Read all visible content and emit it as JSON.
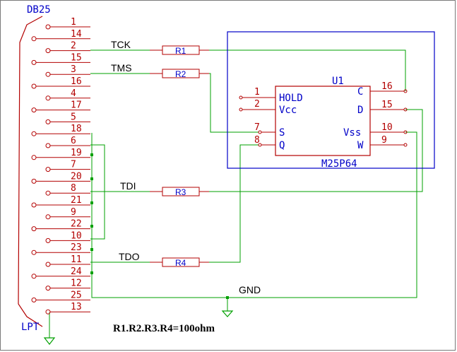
{
  "connector": {
    "name": "DB25",
    "label": "LPT",
    "left_pins": [
      "1",
      "2",
      "3",
      "4",
      "5",
      "6",
      "7",
      "8",
      "9",
      "10",
      "11",
      "12",
      "13"
    ],
    "right_pins": [
      "14",
      "15",
      "16",
      "17",
      "18",
      "19",
      "20",
      "21",
      "22",
      "23",
      "24",
      "25"
    ]
  },
  "nets": {
    "tck": "TCK",
    "tms": "TMS",
    "tdi": "TDI",
    "tdo": "TDO",
    "gnd": "GND"
  },
  "resistors": [
    "R1",
    "R2",
    "R3",
    "R4"
  ],
  "chip": {
    "ref": "U1",
    "part": "M25P64",
    "left_pins": [
      {
        "num": "1",
        "name": "HOLD"
      },
      {
        "num": "2",
        "name": "Vcc"
      },
      {
        "num": "7",
        "name": "S"
      },
      {
        "num": "8",
        "name": "Q"
      }
    ],
    "right_pins": [
      {
        "num": "16",
        "name": "C"
      },
      {
        "num": "15",
        "name": "D"
      },
      {
        "num": "10",
        "name": "Vss"
      },
      {
        "num": "9",
        "name": "W"
      }
    ]
  },
  "note": "R1.R2.R3.R4=100ohm",
  "colors": {
    "wire": "#00a000",
    "pin": "#b30000",
    "component": "#0000c8"
  }
}
